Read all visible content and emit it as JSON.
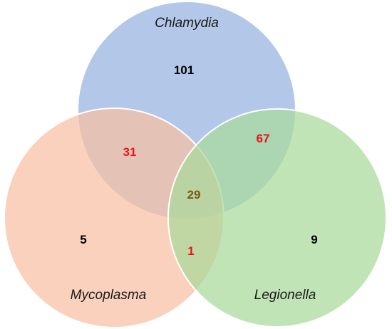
{
  "sets": [
    {
      "id": "chlamydia",
      "label": "Chlamydia",
      "fill": "#9db9e3",
      "stroke": "#ffffff"
    },
    {
      "id": "mycoplasma",
      "label": "Mycoplasma",
      "fill": "#f8bfa2",
      "stroke": "#ffffff"
    },
    {
      "id": "legionella",
      "label": "Legionella",
      "fill": "#a9d99b",
      "stroke": "#ffffff"
    }
  ],
  "regions": {
    "chlamydia_only": {
      "value": "101",
      "color": "#000000"
    },
    "mycoplasma_only": {
      "value": "5",
      "color": "#000000"
    },
    "legionella_only": {
      "value": "9",
      "color": "#000000"
    },
    "chlamydia_mycoplasma": {
      "value": "31",
      "color": "#e8141b"
    },
    "chlamydia_legionella": {
      "value": "67",
      "color": "#e8141b"
    },
    "mycoplasma_legionella": {
      "value": "1",
      "color": "#e8141b"
    },
    "all_three": {
      "value": "29",
      "color": "#7a5a10"
    }
  }
}
